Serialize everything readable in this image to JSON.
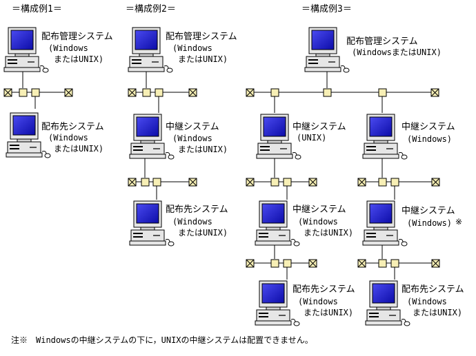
{
  "titles": {
    "config1": "＝構成例1＝",
    "config2": "＝構成例2＝",
    "config3": "＝構成例3＝"
  },
  "labels": {
    "mgmt": "配布管理システム",
    "relay": "中継システム",
    "dest": "配布先システム",
    "win_open": "(Windows",
    "or_unix_close": "またはUNIX)",
    "win_or_unix": "(WindowsまたはUNIX)",
    "unix": "(UNIX)",
    "windows": "(Windows)",
    "asterisk": "※"
  },
  "footnote": "注※　Windowsの中継システムの下に，UNIXの中継システムは配置できません。",
  "colors": {
    "screen": "#1a1ad0",
    "monitor_frame": "#e6e6e6",
    "node": "#f7efb5",
    "line": "#000000"
  }
}
